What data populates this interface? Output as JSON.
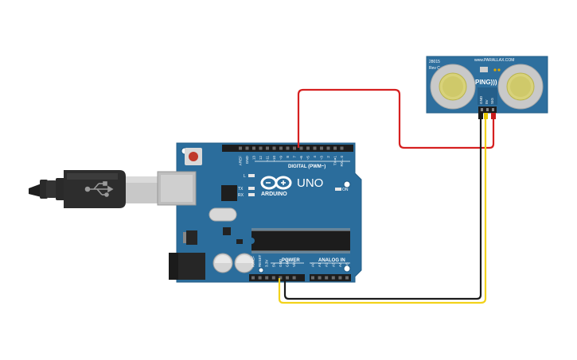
{
  "board": {
    "brand": "ARDUINO",
    "model": "UNO",
    "on_label": "ON",
    "l_label": "L",
    "tx_label": "TX",
    "rx_label": "RX",
    "digital_label": "DIGITAL (PWM~)",
    "power_label": "POWER",
    "analog_label": "ANALOG IN",
    "digital_pins": [
      "AREF",
      "GND",
      "13",
      "12",
      "~11",
      "~10",
      "~9",
      "8",
      "7",
      "~6",
      "~5",
      "4",
      "~3",
      "2",
      "TX➜1",
      "RX←0"
    ],
    "power_pins": [
      "IOREF",
      "RESET",
      "3.3V",
      "5V",
      "GND",
      "GND",
      "Vin"
    ],
    "analog_pins": [
      "A0",
      "A1",
      "A2",
      "A3",
      "A4",
      "A5"
    ]
  },
  "sensor": {
    "part_number": "28015",
    "revision": "Rev C",
    "website": "www.PARALLAX.COM",
    "name": "PING)))",
    "pins": [
      "GND",
      "5V",
      "SIG"
    ]
  },
  "colors": {
    "board_blue": "#2b6d9c",
    "sensor_blue": "#2e6f9e",
    "wire_signal": "#d62020",
    "wire_ground": "#1a1a1a",
    "wire_power": "#f2d21b",
    "header_black": "#1d1d1d"
  },
  "icons": [
    "usb-cable-icon",
    "usb-symbol-icon",
    "arduino-infinity-logo-icon",
    "ultrasonic-transducer-icon",
    "reset-button-icon"
  ]
}
